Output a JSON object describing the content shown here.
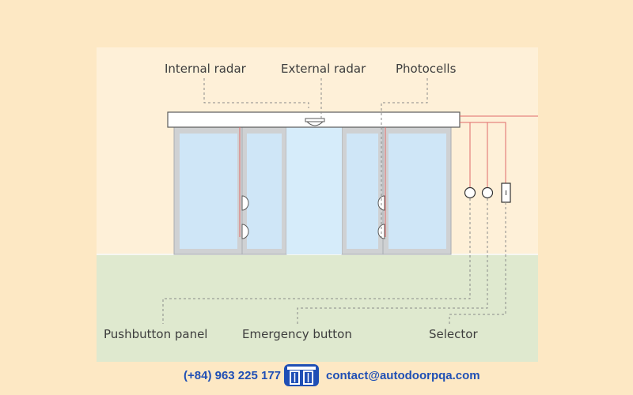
{
  "labels": {
    "internal_radar": "Internal radar",
    "external_radar": "External radar",
    "photocells": "Photocells",
    "pushbutton_panel": "Pushbutton panel",
    "emergency_button": "Emergency button",
    "selector": "Selector"
  },
  "footer": {
    "phone": "(+84) 963 225 177",
    "email": "contact@autodoorpqa.com",
    "logo_icon": "sliding-door-logo-icon"
  },
  "colors": {
    "page_background": "#fde8c4",
    "panel_background": "#fef0d8",
    "floor": "#dfe9cf",
    "glass": "#cfe6f7",
    "wire": "#e06a6a",
    "brand_blue": "#1f4fb5"
  }
}
